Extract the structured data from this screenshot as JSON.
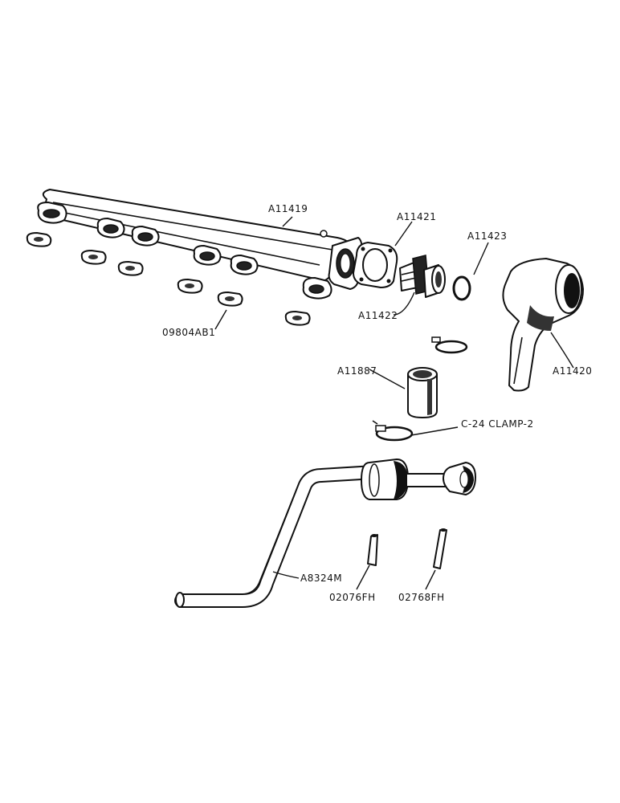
{
  "labels": {
    "manifold": "A11419",
    "manifold_gasket": "09804AB1",
    "flange_gasket": "A11421",
    "elbow_fitting": "A11422",
    "o_ring": "A11423",
    "exhaust_elbow": "A11420",
    "hose": "A11887",
    "clamp": "C-24 CLAMP-2",
    "crank_rod": "A8324M",
    "pin_1": "02076FH",
    "pin_2": "02768FH"
  }
}
